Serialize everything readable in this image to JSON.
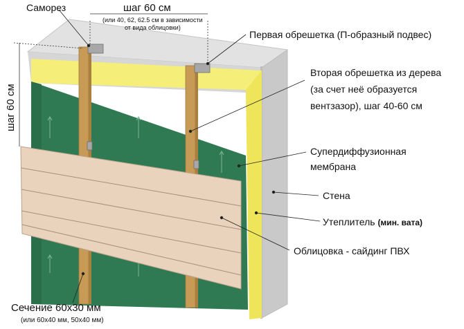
{
  "labels": {
    "screw": "Саморез",
    "step_top": "шаг 60 см",
    "step_top_note_1": "(или 40, 62, 62.5 см в зависимости",
    "step_top_note_2": "от вида облицовки)",
    "step_left": "шаг 60 см",
    "first_batten": "Первая обрешетка (П-образный подвес)",
    "second_batten_1": "Вторая обрешетка из дерева",
    "second_batten_2": "(за счет неё образуется",
    "second_batten_3": "вентзазор), шаг 40-60 см",
    "membrane_1": "Супердиффузионная",
    "membrane_2": "мембрана",
    "wall": "Стена",
    "insulation": "Утеплитель",
    "insulation_note": "(мин. вата)",
    "cladding": "Облицовка - сайдинг ПВХ",
    "section": "Сечение 60х30 мм",
    "section_note": "(или 60х40 мм, 50х40 мм)"
  },
  "colors": {
    "wall": "#d6d6d6",
    "wall_side": "#bdbdbd",
    "insulation": "#f5ee79",
    "membrane": "#2f7a52",
    "batten": "#c79a55",
    "siding": "#ead3bd",
    "bracket": "#9a9a9a"
  }
}
